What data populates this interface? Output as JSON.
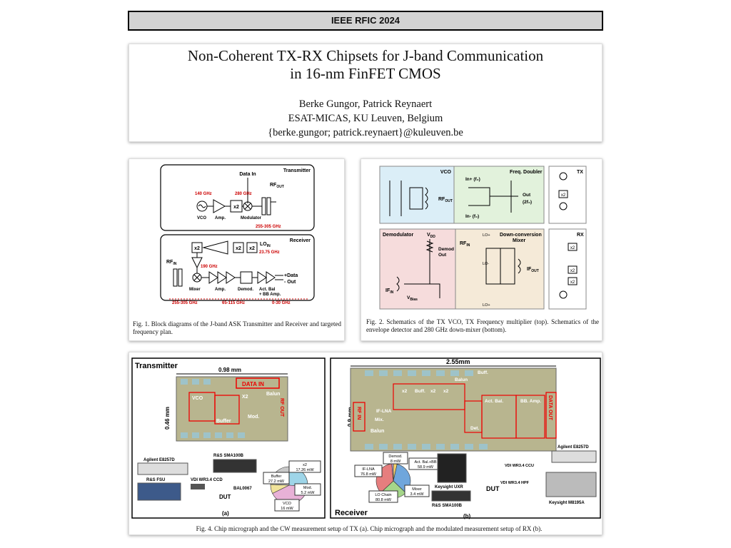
{
  "header": {
    "conference": "IEEE RFIC 2024"
  },
  "paper": {
    "title_line1": "Non-Coherent TX-RX Chipsets for J-band Communication",
    "title_line2": "in 16-nm FinFET CMOS",
    "authors": "Berke Gungor, Patrick Reynaert",
    "affiliation": "ESAT-MICAS, KU Leuven, Belgium",
    "email": "{berke.gungor; patrick.reynaert}@kuleuven.be"
  },
  "fig1": {
    "caption": "Fig. 1.  Block diagrams of the J-band ASK Transmitter and Receiver and targeted frequency plan.",
    "tx": {
      "label": "Transmitter",
      "data_in": "Data In",
      "rf_out": "RF",
      "rf_out_sub": "OUT",
      "f_vco": "140 GHz",
      "f_mod": "280 GHz",
      "vco": "VCO",
      "amp": "Amp.",
      "x2": "x2",
      "modulator": "Modulator",
      "band": "255-305 GHz"
    },
    "rx": {
      "label": "Receiver",
      "lo_in": "LO",
      "lo_in_sub": "IN",
      "f_lo": "23.75 GHz",
      "rf_in": "RF",
      "rf_in_sub": "IN",
      "f_mix": "190 GHz",
      "x2": "x2",
      "mixer": "Mixer",
      "amp": "Amp.",
      "demod": "Demod.",
      "act_bal": "Act. Bal",
      "bb_amp": "+ BB Amp.",
      "data_p": "+Data",
      "data_m": "- Out",
      "band1": "255-305 GHz",
      "band2": "65-115 GHz",
      "band3": "0-30 GHz"
    }
  },
  "fig2": {
    "caption": "Fig. 2.   Schematics of the TX VCO, TX Frequency multiplier (top). Schematics of the envelope detector and 280 GHz down-mixer (bottom).",
    "vco_label": "VCO",
    "freq_doubler": "Freq. Doubler",
    "tx_label": "TX",
    "in_plus": "In+ (f₀)",
    "in_minus": "In- (f₀)",
    "out_label": "Out",
    "out_freq": "(2f₀)",
    "rf_out": "RF",
    "rf_out_sub": "OUT",
    "demod_label": "Demodulator",
    "vdd": "V",
    "vdd_sub": "DD",
    "demod_out": "Demod",
    "demod_out2": "Out",
    "rf_in": "RF",
    "rf_in_sub": "IN",
    "if_in": "IF",
    "if_in_sub": "IN",
    "vbias": "V",
    "vbias_sub": "Bias",
    "dc_mixer": "Down-conversion",
    "dc_mixer2": "Mixer",
    "rx_label": "RX",
    "lo_plus": "LO+",
    "lo_minus": "LO-",
    "if_out": "IF",
    "if_out_sub": "OUT",
    "x2": "x2"
  },
  "fig4": {
    "caption": "Fig. 4.  Chip micrograph and the CW measurement setup of TX (a). Chip micrograph and the modulated measurement setup of RX (b).",
    "tx": {
      "label": "Transmitter",
      "width": "0.98 mm",
      "height": "0.46 mm",
      "data_in": "DATA IN",
      "vco": "VCO",
      "buffer": "Buffer",
      "x2": "X2",
      "mod": "Mod.",
      "balun": "Balun",
      "rf_out": "RF OUT",
      "agilent": "Agilent E8257D",
      "rs_fsu": "R&S FSU",
      "vdi": "VDI WR3.4 CCD",
      "rs_sma": "R&S SMA100B",
      "bal": "BAL0067",
      "dut": "DUT",
      "sub_label": "(a)",
      "pie_legend": {
        "x2": "x2",
        "x2_power": "17.26 mW",
        "buffer": "Buffer",
        "buffer_power": "27.2 mW",
        "mod": "Mod.",
        "mod_power": "5.2 mW",
        "vco": "VCO",
        "vco_power": "16 mW"
      }
    },
    "rx": {
      "label": "Receiver",
      "width": "2.55mm",
      "height": "0.9 mm",
      "rf_in": "RF IN",
      "balun": "Balun",
      "if_lna": "IF-LNA",
      "mix": "Mix.",
      "det": "Det.",
      "act_bal": "Act. Bal.",
      "bb_amp": "BB. Amp.",
      "data_out": "DATA OUT",
      "x2a": "x2",
      "x2b": "x2",
      "x2c": "x2",
      "buff1": "Buff.",
      "buff2": "Buff.",
      "agilent": "Agilent E8257D",
      "vdi1": "VDI WR3.4 CCU",
      "vdi2": "VDI WR3.4 HPF",
      "keysight_uxr": "Keysight UXR",
      "rs_sma": "R&S SMA100B",
      "keysight_m": "Keysight M8195A",
      "dut": "DUT",
      "sub_label": "(b)",
      "pie_legend": {
        "demod": "Demod.",
        "demod_power": "8 mW",
        "if_lna": "IF-LNA",
        "if_lna_power": "76.8 mW",
        "act_bal": "Act. Bal.+BB",
        "act_bal_power": "58.9 mW",
        "lo_chain": "LO Chain",
        "lo_chain_power": "80.8 mW",
        "mixer": "Mixer",
        "mixer_power": "3.4 mW"
      }
    }
  },
  "chart_data": [
    {
      "type": "pie",
      "categories": [
        "x2",
        "Buffer",
        "Mod.",
        "VCO"
      ],
      "values": [
        17.26,
        27.2,
        5.2,
        16
      ],
      "colors": [
        "#9ed5e8",
        "#e8b1d7",
        "#f0e39a",
        "#c8c8c8"
      ]
    },
    {
      "type": "pie",
      "categories": [
        "Demod.",
        "IF-LNA",
        "Act. Bal.+BB",
        "LO Chain",
        "Mixer"
      ],
      "values": [
        8,
        76.8,
        58.9,
        80.8,
        3.4
      ],
      "colors": [
        "#f6d36a",
        "#6fa6dc",
        "#a5d68a",
        "#e67e7e",
        "#c4a6e0"
      ]
    }
  ]
}
